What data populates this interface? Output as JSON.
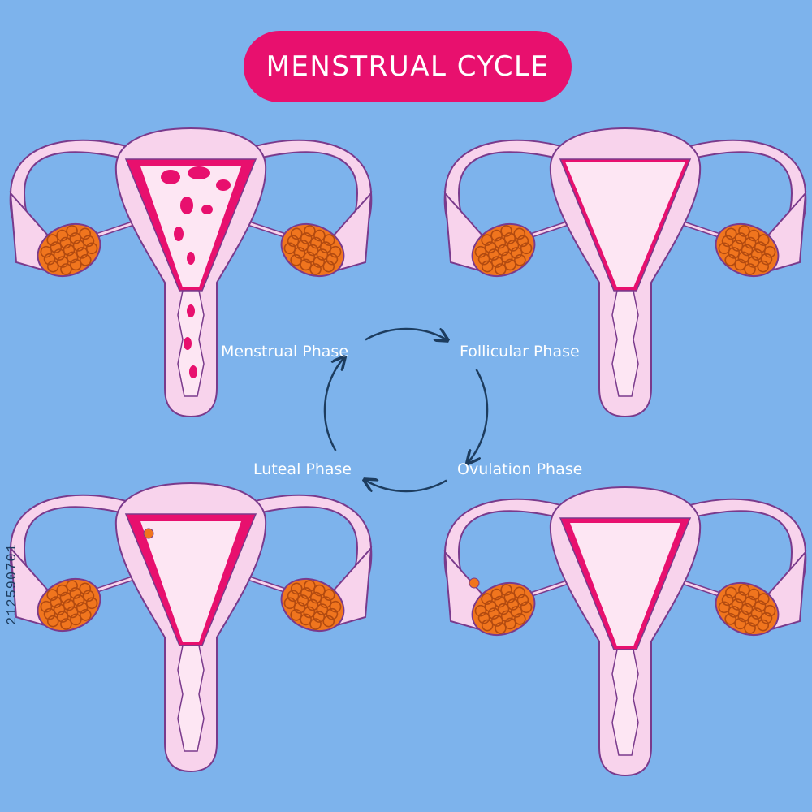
{
  "title": "MENSTRUAL CYCLE",
  "phases": {
    "menstrual": "Menstrual Phase",
    "follicular": "Follicular Phase",
    "ovulation": "Ovulation Phase",
    "luteal": "Luteal Phase"
  },
  "stock_id": "212590701",
  "colors": {
    "background": "#7db3ec",
    "accent": "#e8106e",
    "tissue": "#f8d3ec",
    "tissue_light": "#fde6f3",
    "outline": "#7a3a8c",
    "ovary": "#f0751e",
    "arrow": "#1d3c5e"
  },
  "panels": [
    {
      "name": "menstrual",
      "lining": "shedding",
      "egg": "none"
    },
    {
      "name": "follicular",
      "lining": "thin",
      "egg": "none"
    },
    {
      "name": "luteal",
      "lining": "thick",
      "egg": "in-tube"
    },
    {
      "name": "ovulation",
      "lining": "medium",
      "egg": "released"
    }
  ]
}
